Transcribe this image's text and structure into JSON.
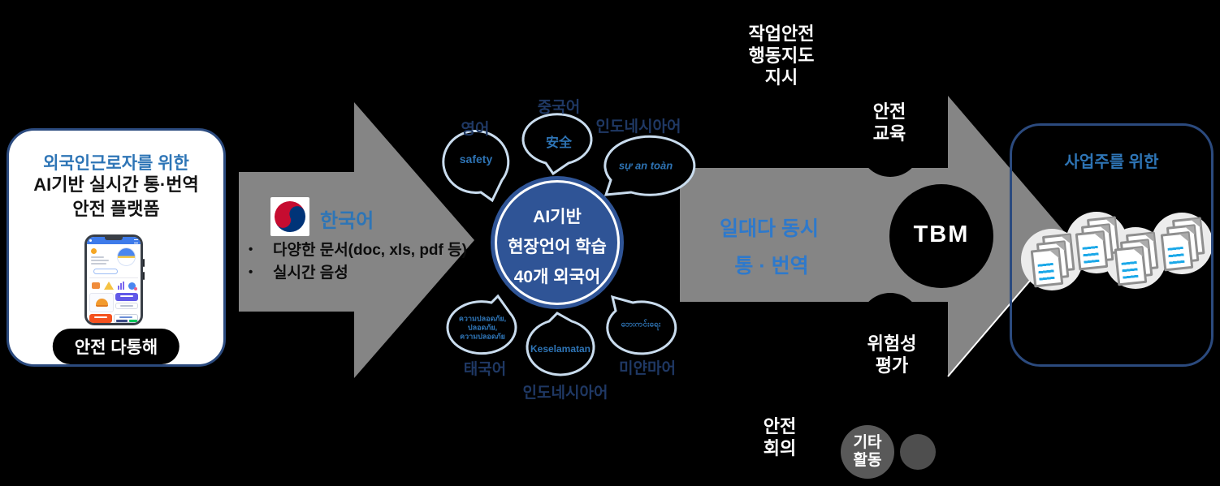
{
  "left_panel": {
    "title": "외국인근로자를 위한",
    "subtitle_line1": "AI기반 실시간 통·번역",
    "subtitle_line2": "안전 플랫폼",
    "badge": "안전 다통해"
  },
  "input_arrow": {
    "language": "한국어",
    "bullet1": "다양한 문서(doc, xls, pdf 등)",
    "bullet2": "실시간 음성"
  },
  "ai_core": {
    "line1": "AI기반",
    "line2": "현장언어 학습",
    "line3": "40개 외국어"
  },
  "bubbles": [
    {
      "label": "영어",
      "text": "safety"
    },
    {
      "label": "중국어",
      "text": "安全"
    },
    {
      "label": "인도네시아어",
      "text": "sự an toàn"
    },
    {
      "label": "태국어",
      "line1": "ความปลอดภัย,",
      "line2": "ปลอดภัย,",
      "line3": "ความปลอดภัย"
    },
    {
      "label": "인도네시아어",
      "text": "Keselamatan"
    },
    {
      "label": "미얀마어",
      "text": "ဘေးကင်းရေး"
    }
  ],
  "output_arrow": {
    "line1": "일대다 동시",
    "line2": "통 · 번역"
  },
  "tbm": {
    "label": "TBM"
  },
  "activities": {
    "work_guidance": {
      "line1": "작업안전",
      "line2": "행동지도",
      "line3": "지시"
    },
    "safety_education": {
      "line1": "안전",
      "line2": "교육"
    },
    "risk_assessment": {
      "line1": "위험성",
      "line2": "평가"
    },
    "safety_meeting": {
      "line1": "안전",
      "line2": "회의"
    },
    "etc": {
      "line1": "기타",
      "line2": "활동"
    }
  },
  "right_panel": {
    "title": "사업주를 위한"
  },
  "colors": {
    "background": "#000000",
    "panel_border_navy": "#2B4A7E",
    "accent_blue": "#2E75B6",
    "label_navy": "#1F3864",
    "arrow_gray": "#858585",
    "core_circle_blue": "#2F5496",
    "bubble_outline": "#C9DCEE",
    "doc_line_cyan": "#1BA8E8",
    "flag_red": "#C60C30",
    "flag_blue": "#003478"
  }
}
